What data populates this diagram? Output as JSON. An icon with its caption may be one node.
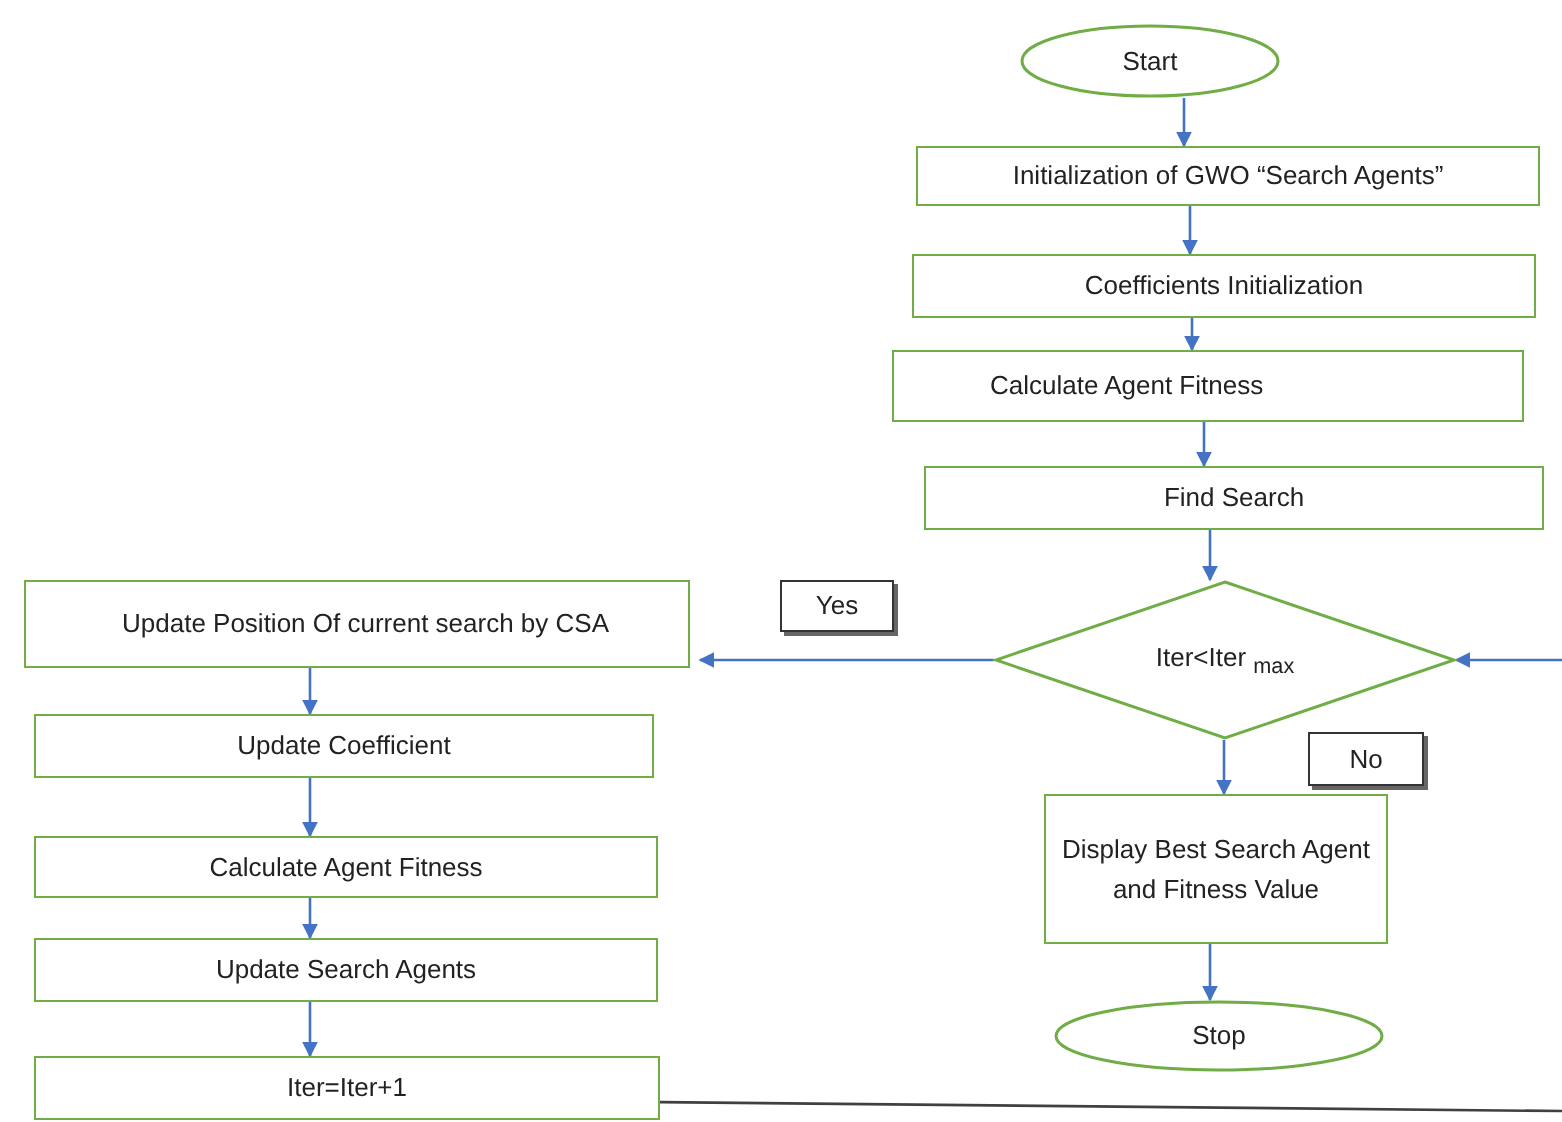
{
  "diagram": {
    "nodes": [
      {
        "text": [
          "Start"
        ]
      },
      {
        "text": [
          "Initialization of GWO “Search Agents”"
        ]
      },
      {
        "text": [
          "Coefficients Initialization"
        ]
      },
      {
        "text": [
          "Calculate Agent Fitness"
        ]
      },
      {
        "text": [
          "Find Search"
        ]
      },
      {
        "text": [
          "Iter<Iter $_{max}$"
        ]
      },
      {
        "text": [
          "Yes"
        ]
      },
      {
        "text": [
          "Update Position  Of current search by CSA"
        ]
      },
      {
        "text": [
          "Update Coefficient"
        ]
      },
      {
        "text": [
          "Calculate Agent Fitness"
        ]
      },
      {
        "text": [
          "Update Search Agents"
        ]
      },
      {
        "text": [
          "Iter=Iter+1"
        ]
      },
      {
        "text": [
          "No"
        ]
      },
      {
        "text": [
          "Display Best Search Agent and Fitness Value"
        ]
      },
      {
        "text": [
          "Stop"
        ]
      }
    ],
    "edges": [
      {
        "from": 0,
        "to": 1,
        "arrow": "to"
      },
      {
        "from": 1,
        "to": 2,
        "arrow": "to"
      },
      {
        "from": 2,
        "to": 3,
        "arrow": "to"
      },
      {
        "from": 3,
        "to": 4,
        "arrow": "to"
      },
      {
        "from": 4,
        "to": 5,
        "arrow": "to"
      },
      {
        "from": 5,
        "to": 7,
        "arrow": "to"
      },
      {
        "from": 7,
        "to": 8,
        "arrow": "to"
      },
      {
        "from": 8,
        "to": 9,
        "arrow": "to"
      },
      {
        "from": 9,
        "to": 10,
        "arrow": "to"
      },
      {
        "from": 10,
        "to": 11,
        "arrow": "to"
      },
      {
        "from": 11,
        "to": null,
        "arrow": "none",
        "color": "#404040"
      },
      {
        "from": null,
        "to": 5,
        "arrow": "to"
      },
      {
        "from": 5,
        "to": 13,
        "arrow": "to"
      },
      {
        "from": 13,
        "to": 14,
        "arrow": "to"
      }
    ]
  }
}
